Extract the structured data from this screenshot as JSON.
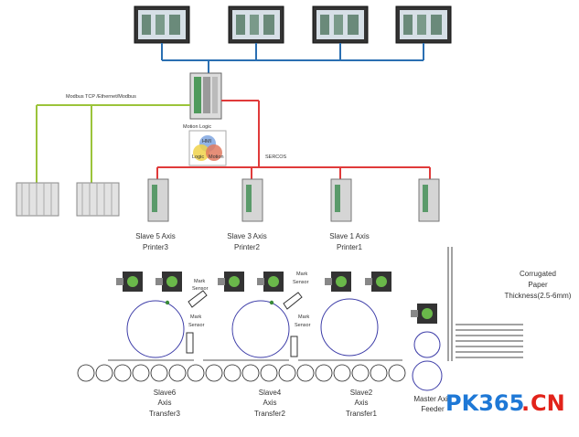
{
  "network": {
    "fieldbus_label": "Modbus TCP /Ethernet/Modbus",
    "motion_label": "SERCOS",
    "controller_label": "Motion Logic",
    "controller_chip": {
      "top": "HMI",
      "left": "Logic",
      "right": "Motion"
    }
  },
  "drives": [
    {
      "title": "Slave 5 Axis",
      "subtitle": "Printer3",
      "link": ""
    },
    {
      "title": "Slave 3 Axis",
      "subtitle": "Printer2",
      "link": ""
    },
    {
      "title": "Slave 1 Axis",
      "subtitle": "Printer1",
      "link": ""
    },
    {
      "title": "",
      "subtitle": "",
      "link": ""
    }
  ],
  "sensors": [
    {
      "line1": "Mark",
      "line2": "Sensor"
    },
    {
      "line1": "Mark",
      "line2": "Sensor"
    },
    {
      "line1": "Mark",
      "line2": "Sensor"
    },
    {
      "line1": "Mark",
      "line2": "Sensor"
    }
  ],
  "transfers": [
    {
      "line1": "Slave6",
      "line2": "Axis",
      "line3": "Transfer3"
    },
    {
      "line1": "Slave4",
      "line2": "Axis",
      "line3": "Transfer2"
    },
    {
      "line1": "Slave2",
      "line2": "Axis",
      "line3": "Transfer1"
    }
  ],
  "master": {
    "line1": "Master Axis",
    "line2": "Feeder"
  },
  "paper": {
    "line1": "Corrugated",
    "line2": "Paper",
    "line3": "Thickness(2.5-6mm)"
  },
  "watermark": {
    "main": "PK365",
    "dot": ".",
    "suffix": "CN"
  },
  "colors": {
    "ethernet": "#2a6fb2",
    "sercos": "#e03a3a",
    "modbus": "#9bc43a",
    "roller": "#3d3da8",
    "watermark_blue": "#1e78d6",
    "watermark_red": "#e2231a"
  }
}
